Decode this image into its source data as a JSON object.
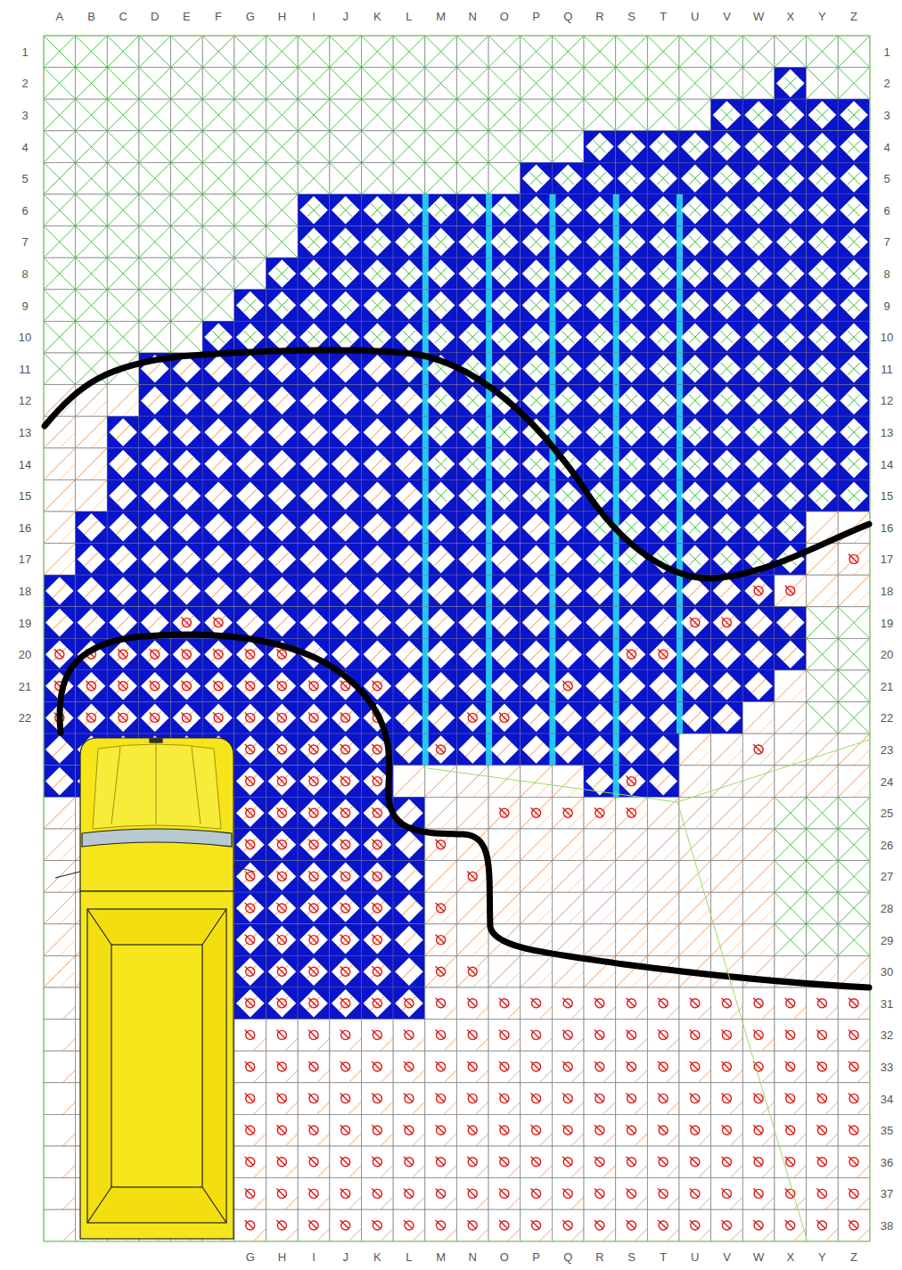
{
  "diagram": {
    "labels": [
      "A",
      "B",
      "C",
      "D",
      "E",
      "F",
      "G",
      "H",
      "I",
      "J",
      "K",
      "L",
      "M",
      "N",
      "O",
      "P",
      "Q",
      "R",
      "S",
      "T",
      "U",
      "V",
      "W",
      "X",
      "Y",
      "Z",
      "1",
      "2",
      "3",
      "4",
      "5",
      "6",
      "7",
      "8",
      "9",
      "10",
      "11",
      "12",
      "13",
      "14",
      "15",
      "16",
      "17",
      "18",
      "19",
      "20",
      "21",
      "22",
      "1",
      "2",
      "3",
      "4",
      "5",
      "6",
      "7",
      "8",
      "9",
      "10",
      "11",
      "12",
      "13",
      "14",
      "15",
      "16",
      "17",
      "18",
      "19",
      "20",
      "21",
      "22",
      "23",
      "24",
      "25",
      "26",
      "27",
      "28",
      "29",
      "30",
      "31",
      "32",
      "33",
      "34",
      "35",
      "36",
      "37",
      "38",
      "G",
      "H",
      "I",
      "J",
      "K",
      "L",
      "M",
      "N",
      "O",
      "P",
      "Q",
      "R",
      "S",
      "T",
      "U",
      "V",
      "W",
      "X",
      "Y",
      "Z"
    ]
  }
}
